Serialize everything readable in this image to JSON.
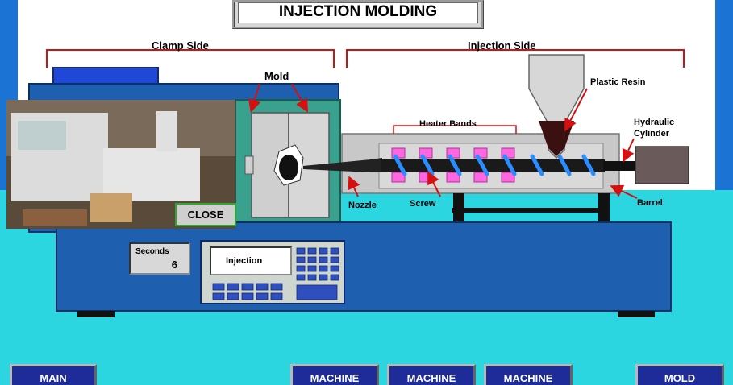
{
  "title": "INJECTION MOLDING",
  "labels": {
    "clamp_side": "Clamp Side",
    "injection_side": "Injection Side",
    "mold": "Mold",
    "plastic_resin": "Plastic Resin",
    "hydraulic_cylinder_line1": "Hydraulic",
    "hydraulic_cylinder_line2": "Cylinder",
    "heater_bands": "Heater Bands",
    "nozzle": "Nozzle",
    "screw": "Screw",
    "barrel": "Barrel"
  },
  "close_button": "CLOSE",
  "seconds": {
    "label": "Seconds",
    "value": "6"
  },
  "controller": {
    "display": "Injection"
  },
  "nav_buttons": [
    "MAIN",
    "MACHINE",
    "MACHINE",
    "MACHINE",
    "MOLD"
  ],
  "colors": {
    "frame": "#1b73d3",
    "floor": "#2bd6e0",
    "machine_base": "#1f5fb0",
    "machine_dark": "#173f7a",
    "clamp_body": "#3aa18f",
    "heater_band": "#ff66e0",
    "screw_flight": "#2a8cff",
    "nav_button": "#1e2c9a",
    "close_border": "#2ea82e",
    "arrow": "#d61010"
  }
}
